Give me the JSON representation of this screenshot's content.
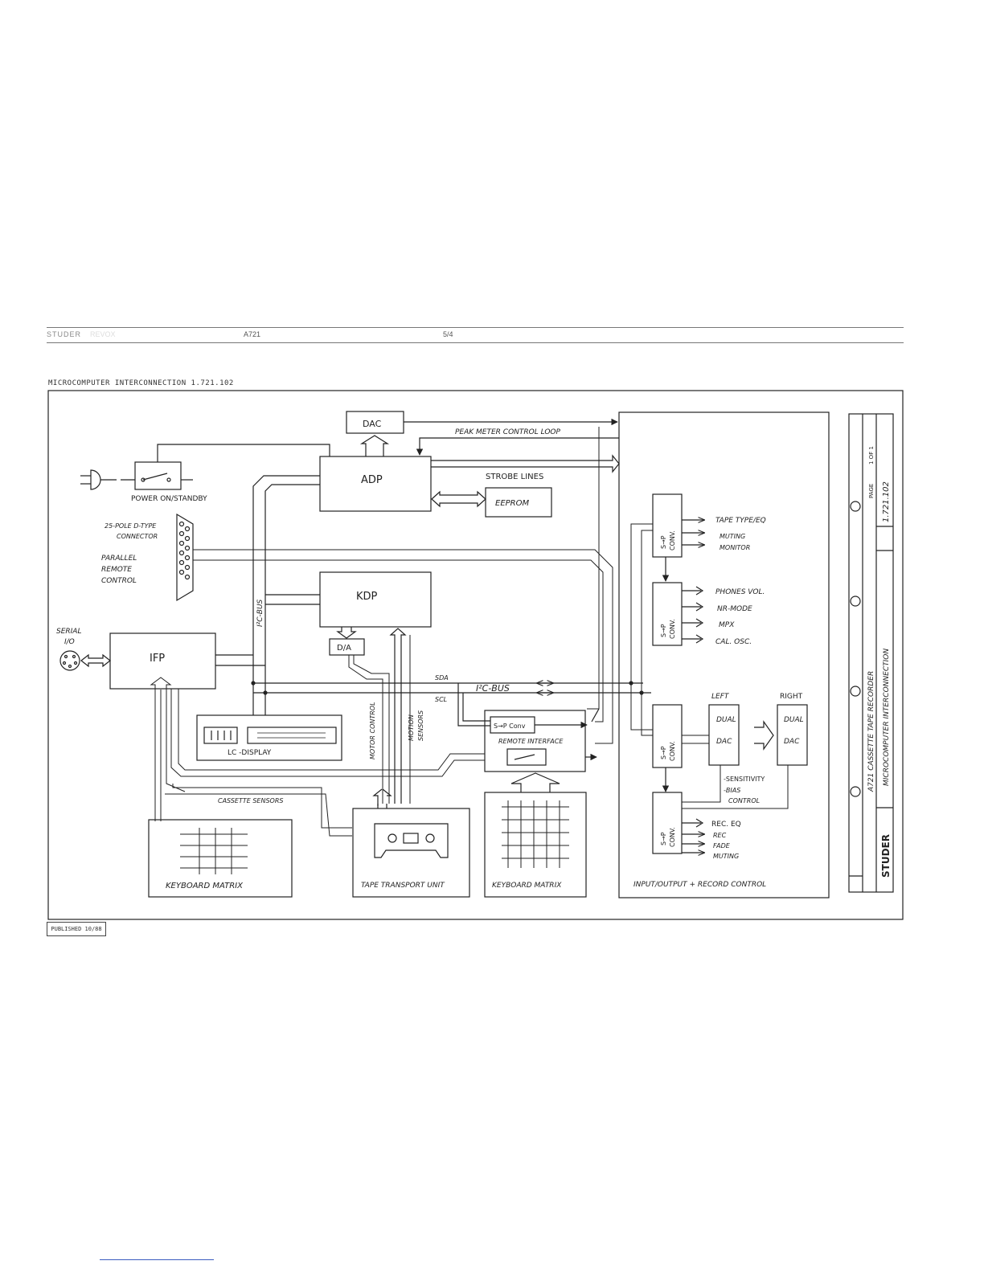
{
  "header": {
    "brand": "STUDER",
    "brand_sub": "REVOX",
    "model": "A721",
    "section": "5/4"
  },
  "title": "MICROCOMPUTER INTERCONNECTION  1.721.102",
  "published": "PUBLISHED 10/88",
  "labels": {
    "dac": "DAC",
    "peak_meter": "PEAK METER  CONTROL LOOP",
    "adp": "ADP",
    "strobe_lines": "STROBE LINES",
    "eeprom": "EEPROM",
    "power": "POWER ON/STANDBY",
    "connector_line1": "25-POLE D-TYPE",
    "connector_line2": "CONNECTOR",
    "parallel_line1": "PARALLEL",
    "parallel_line2": "REMOTE",
    "parallel_line3": "CONTROL",
    "kdp": "KDP",
    "da": "D/A",
    "i2c_bus_vertical": "I²C-BUS",
    "serial_line1": "SERIAL",
    "serial_line2": "I/O",
    "ifp": "IFP",
    "sda": "SDA",
    "scl": "SCL",
    "i2c_bus": "I²C-BUS",
    "motor_control": "MOTOR CONTROL",
    "motion_line1": "MOTION",
    "motion_line2": "SENSORS",
    "sp_conv_remote": "S→P Conv",
    "remote_interface": "REMOTE INTERFACE",
    "lc_display": "LC -DISPLAY",
    "cassette_sensors": "CASSETTE SENSORS",
    "keyboard_matrix_left": "KEYBOARD MATRIX",
    "tape_transport": "TAPE TRANSPORT UNIT",
    "keyboard_matrix_right": "KEYBOARD MATRIX",
    "sp_conv_line1": "S→P",
    "sp_conv_line2": "CONV.",
    "tape_type": "TAPE TYPE/EQ",
    "muting": "MUTING",
    "monitor": "MONITOR",
    "phones_vol": "PHONES VOL.",
    "nr_mode": "NR-MODE",
    "mpx": "MPX",
    "cal_osc": "CAL. OSC.",
    "left": "LEFT",
    "right": "RIGHT",
    "dual": "DUAL",
    "dac2": "DAC",
    "sensitivity": "-SENSITIVITY",
    "bias": "-BIAS",
    "control": "CONTROL",
    "rec_eq": "REC. EQ",
    "rec": "REC",
    "fade": "FADE",
    "muting2": "MUTING",
    "io_record": "INPUT/OUTPUT   +   RECORD CONTROL"
  },
  "title_block": {
    "page_label": "PAGE",
    "page_of": "1 OF 1",
    "doc_number": "1.721.102",
    "title_line1": "A721 CASSETTE TAPE RECORDER",
    "title_line2": "MICROCOMPUTER INTERCONNECTION",
    "brand": "STUDER"
  }
}
